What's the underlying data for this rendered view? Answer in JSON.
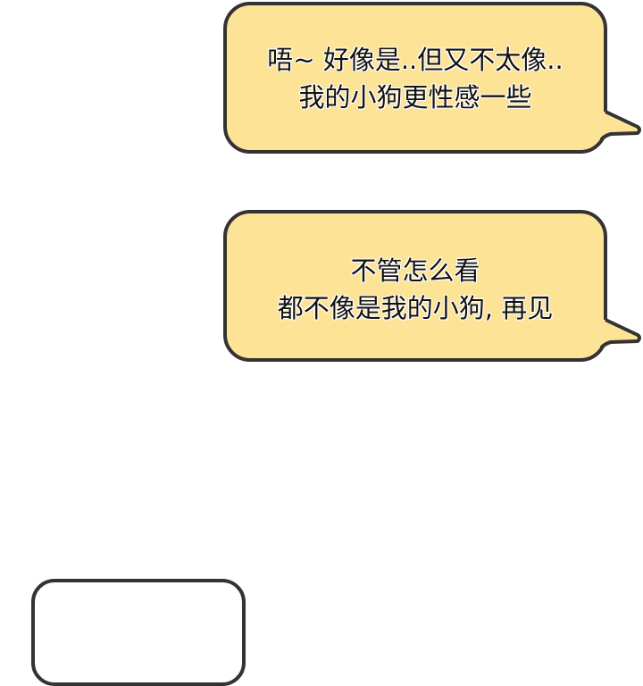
{
  "colors": {
    "bubble_fill": "#fde396",
    "bubble_border": "#333333",
    "background": "#ffffff",
    "bottom_bubble_fill": "#ffffff"
  },
  "bubbles": [
    {
      "id": "bubble-1",
      "lines": [
        "唔~ 好像是..但又不太像..",
        "我的小狗更性感一些"
      ],
      "tail": "right"
    },
    {
      "id": "bubble-2",
      "lines": [
        "不管怎么看",
        "都不像是我的小狗, 再见"
      ],
      "tail": "right"
    },
    {
      "id": "bubble-3",
      "lines": [],
      "note": "cut off at bottom edge"
    }
  ]
}
